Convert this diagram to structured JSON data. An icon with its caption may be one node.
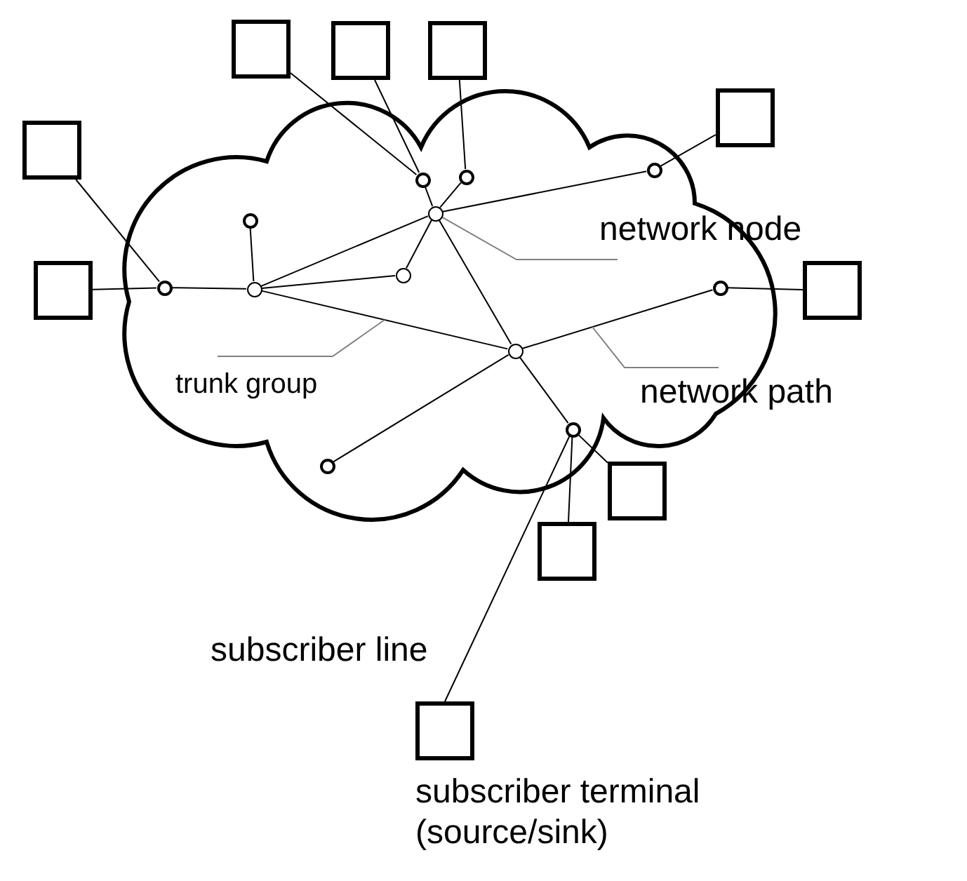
{
  "diagram": {
    "nodes": [
      {
        "text": [],
        "shape": "cloud"
      },
      {
        "text": [],
        "shape": "box"
      },
      {
        "text": [],
        "shape": "box"
      },
      {
        "text": [],
        "shape": "box"
      },
      {
        "text": [],
        "shape": "box"
      },
      {
        "text": [],
        "shape": "box"
      },
      {
        "text": [],
        "shape": "circle",
        "in": 0
      },
      {
        "text": [],
        "shape": "circle",
        "in": 0
      },
      {
        "text": [],
        "shape": "circle",
        "in": 0
      },
      {
        "text": [],
        "shape": "circle",
        "in": 0
      },
      {
        "text": [],
        "shape": "circle",
        "in": 0
      },
      {
        "text": [
          "network node"
        ]
      },
      {
        "text": [],
        "shape": "circle",
        "in": 0
      },
      {
        "text": [],
        "shape": "circle",
        "in": 0
      },
      {
        "text": [],
        "shape": "circle",
        "in": 0
      },
      {
        "text": [],
        "shape": "circle",
        "in": 0
      },
      {
        "text": [],
        "shape": "box"
      },
      {
        "text": [],
        "shape": "box"
      },
      {
        "text": [
          "trunk group"
        ],
        "in": 0
      },
      {
        "text": [],
        "shape": "circle",
        "in": 0
      },
      {
        "text": [
          "network path"
        ]
      },
      {
        "text": [],
        "shape": "circle",
        "in": 0
      },
      {
        "text": [],
        "shape": "circle",
        "in": 0
      },
      {
        "text": [],
        "shape": "box"
      },
      {
        "text": [],
        "shape": "box"
      },
      {
        "text": [],
        "shape": "box",
        "beside": [
          "subscriber terminal (source/sink)"
        ]
      }
    ],
    "edges": [
      {
        "from": 1,
        "to": 7,
        "arrow": "none"
      },
      {
        "from": 2,
        "to": 7,
        "arrow": "none"
      },
      {
        "from": 3,
        "to": 6,
        "arrow": "none"
      },
      {
        "from": 4,
        "to": 8,
        "arrow": "none"
      },
      {
        "from": 5,
        "to": 13,
        "arrow": "none"
      },
      {
        "from": 16,
        "to": 13,
        "arrow": "none"
      },
      {
        "from": 13,
        "to": 14,
        "arrow": "none"
      },
      {
        "from": 9,
        "to": 14,
        "arrow": "none"
      },
      {
        "from": 14,
        "to": 12,
        "arrow": "none"
      },
      {
        "from": 12,
        "to": 10,
        "arrow": "none"
      },
      {
        "from": 14,
        "to": 10,
        "arrow": "none"
      },
      {
        "from": 14,
        "to": 19,
        "arrow": "none"
      },
      {
        "from": 10,
        "to": 7,
        "arrow": "none"
      },
      {
        "from": 10,
        "to": 6,
        "arrow": "none"
      },
      {
        "from": 10,
        "to": 8,
        "arrow": "none"
      },
      {
        "from": 10,
        "to": 19,
        "arrow": "none"
      },
      {
        "from": 19,
        "to": 15,
        "arrow": "none"
      },
      {
        "from": 15,
        "to": 17,
        "arrow": "none"
      },
      {
        "from": 19,
        "to": 22,
        "arrow": "none"
      },
      {
        "from": 19,
        "to": 21,
        "arrow": "none"
      },
      {
        "from": 21,
        "to": 23,
        "arrow": "none"
      },
      {
        "from": 21,
        "to": 24,
        "arrow": "none"
      },
      {
        "from": 21,
        "to": 25,
        "arrow": "none"
      },
      {
        "from": 11,
        "to": 10,
        "arrow": "none",
        "color": "#808080"
      },
      {
        "from": 20,
        "to": null,
        "arrow": "none",
        "color": "#808080"
      },
      {
        "from": 18,
        "to": null,
        "arrow": "none",
        "color": "#808080"
      }
    ],
    "labels": [
      "subscriber line"
    ]
  }
}
